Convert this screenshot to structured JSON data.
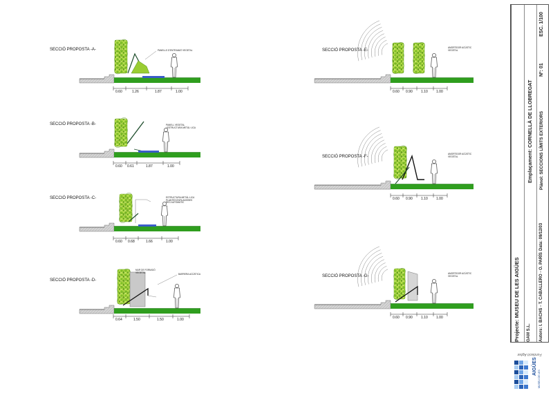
{
  "sections_left": [
    {
      "title": "SECCIÓ PROPOSTA -A-",
      "note": "PANELLS D'ENTRAMAT VEGETAL",
      "dims": [
        "0.60",
        "1.26",
        "1.87",
        "1.00"
      ]
    },
    {
      "title": "SECCIÓ PROPOSTA -B-",
      "note": "PANELL VEGETAL\nI ESTRUCTURA METÀL·LICA",
      "dims": [
        "0.60",
        "0.61",
        "1.87",
        "1.00"
      ]
    },
    {
      "title": "SECCIÓ PROPOSTA -C-",
      "note": "ESTRUCTURA METÀL·LICA\nPLANTES ENFILADISSES\nREG AUTOMÀTIC",
      "dims": [
        "0.60",
        "0.68",
        "1.66",
        "1.00"
      ]
    },
    {
      "title": "SECCIÓ PROPOSTA -D-",
      "note": "MUR DE FORMIGÓ\nVEGETAL",
      "note2": "BARRERA ACÚSTICA",
      "dims": [
        "0.64",
        "1.50",
        "1.50",
        "1.00"
      ]
    }
  ],
  "sections_right": [
    {
      "title": "SECCIÓ PROPOSTA -E-",
      "note": "AMORTIDOR ACÚSTIC\nVEGETAL",
      "dims": [
        "0.60",
        "0.90",
        "1.10",
        "1.00"
      ]
    },
    {
      "title": "SECCIÓ PROPOSTA -F-",
      "note": "AMORTIDOR ACÚSTIC\nVEGETAL",
      "dims": [
        "0.60",
        "0.90",
        "1.10",
        "1.00"
      ]
    },
    {
      "title": "SECCIÓ PROPOSTA -G-",
      "note": "AMORTIDOR ACÚSTIC\nVEGETAL",
      "dims": [
        "0.60",
        "0.90",
        "1.10",
        "1.00"
      ]
    }
  ],
  "title_block": {
    "scale": "ESC. 1/100",
    "sheet_number": "Nº: 01",
    "location": "Emplaçament: CORNELLÀ DE LLOBREGAT",
    "plan": "Plànol: SECCIONS LÍMITS EXTERIORS",
    "date": "Data: 09/12/03",
    "project": "Projecte: MUSEU DE LES AIGÜES",
    "firm": "GAM S.L.",
    "authors": "Autors: I. BACHS - T. CABALLERO - O. PARÍS"
  },
  "logo": {
    "text": "AIGÜES",
    "subtext": "MUSEU DE LES",
    "caption": "Fundació Agbar"
  },
  "colors": {
    "grass": "#2f9e1e",
    "foliage": "#9acd32",
    "foliage_dark": "#6aa520",
    "wall": "#c8c8c8",
    "ground": "#999999",
    "water": "#3a5cc8",
    "brace": "#1e4d2b"
  }
}
